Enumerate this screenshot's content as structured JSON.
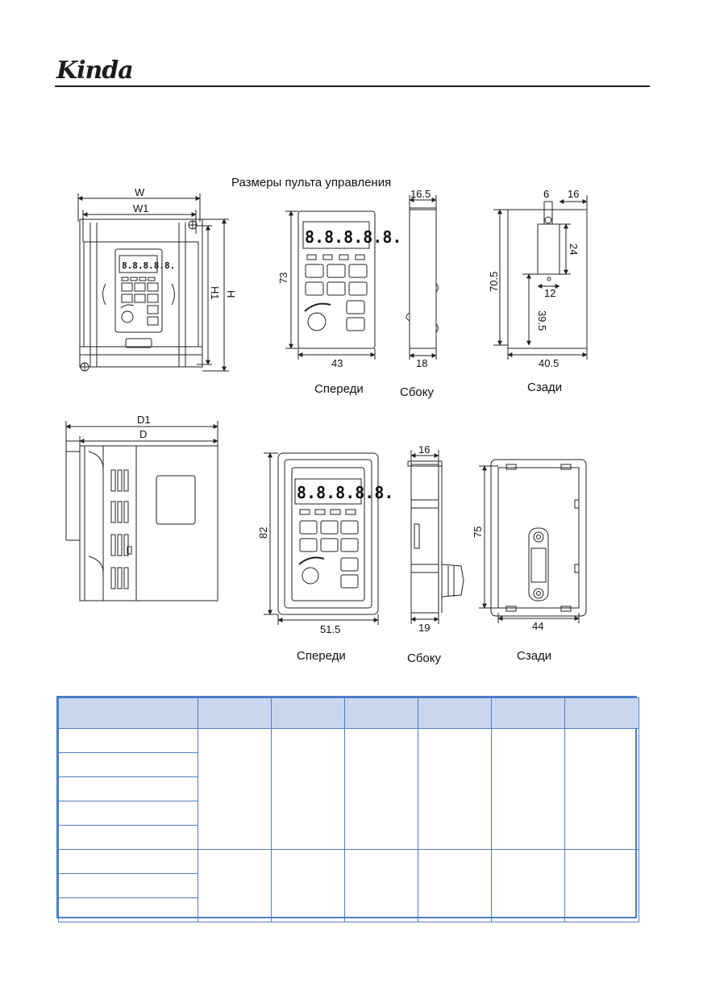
{
  "header": {
    "logo_text": "Kinda"
  },
  "captions": {
    "panel_dimensions_title": "Размеры пульта управления",
    "front_1": "Спереди",
    "side_1": "Сбоку",
    "back_1": "Сзади",
    "front_2": "Спереди",
    "side_2": "Сбоку",
    "back_2": "Сзади"
  },
  "dimensions": {
    "inverter_front": {
      "W": "W",
      "W1": "W1",
      "H": "H",
      "H1": "H1"
    },
    "inverter_side": {
      "D1": "D1",
      "D": "D"
    },
    "panel_small": {
      "height": "73",
      "width": "43",
      "side_top": "16.5",
      "side_bottom": "18",
      "back_hole_w": "6",
      "back_offset": "16",
      "back_slot_h": "24",
      "back_height": "70.5",
      "back_hole_gap": "12",
      "back_lower": "39.5",
      "back_width": "40.5"
    },
    "panel_large": {
      "height": "82",
      "width": "51.5",
      "side_top": "16",
      "side_bottom": "19",
      "back_height": "75",
      "back_width": "44"
    }
  },
  "display": {
    "digits": "8.8.8.8.8."
  },
  "colors": {
    "table_border": "#4d7ec7",
    "table_header_bg": "#c9d7ee",
    "rule": "#222222"
  }
}
